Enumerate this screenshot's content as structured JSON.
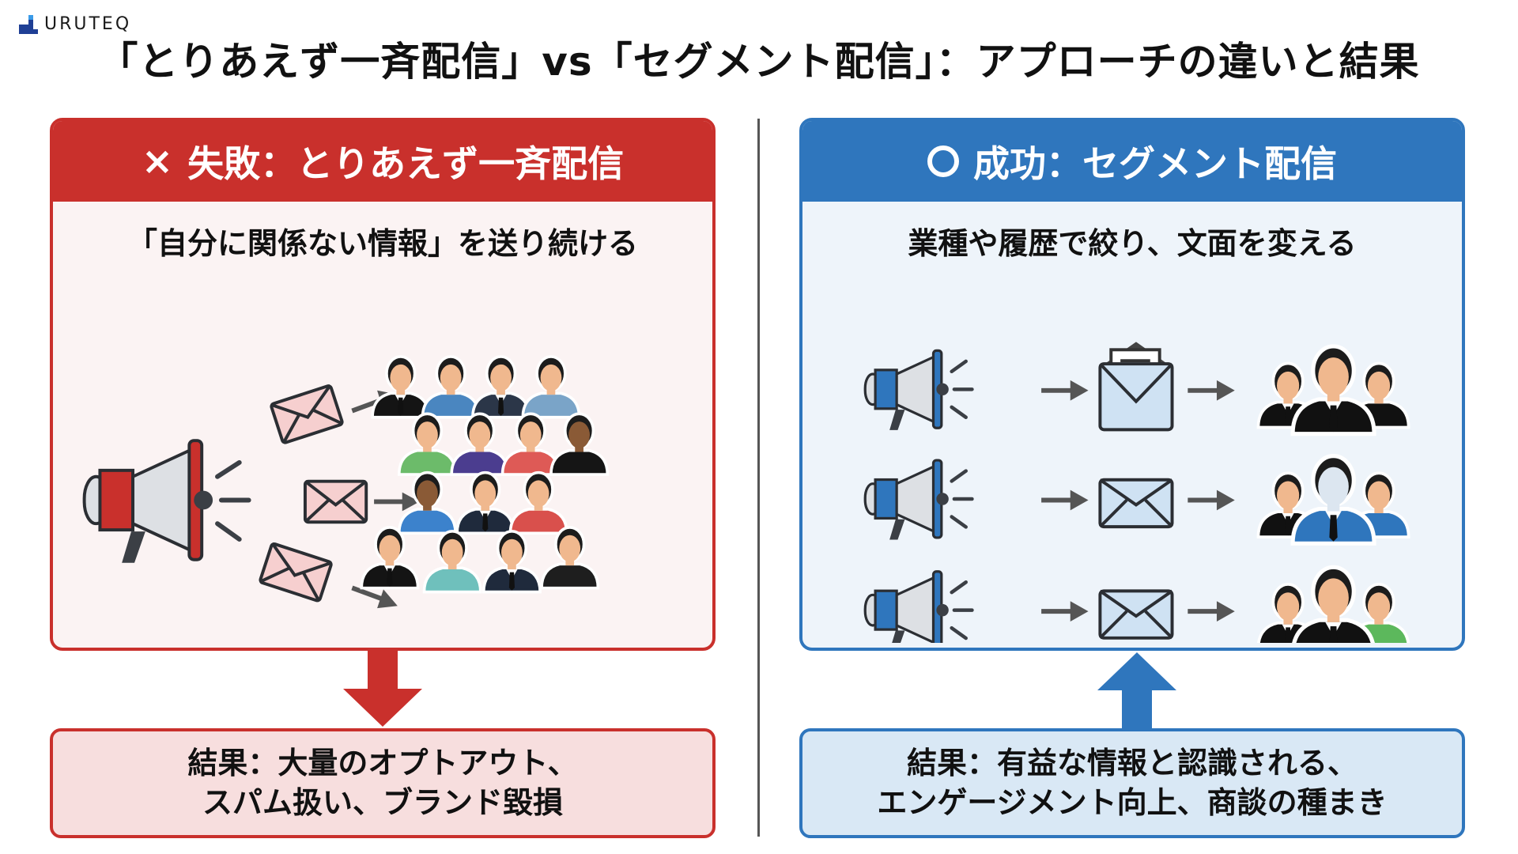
{
  "brand": {
    "name": "URUTEQ"
  },
  "title": "「とりあえず一斉配信」vs「セグメント配信」：アプローチの違いと結果",
  "colors": {
    "fail": "#c9302c",
    "success": "#2f76bd",
    "fail_bg": "#fbf3f3",
    "success_bg": "#eef4fa"
  },
  "fail": {
    "mark": "×",
    "heading": "失敗：とりあえず一斉配信",
    "subtitle": "「自分に関係ない情報」を送り続ける",
    "icons": [
      "megaphone-icon",
      "envelope-icon",
      "crowd-icon"
    ],
    "result_lines": [
      "結果：大量のオプトアウト、",
      "スパム扱い、ブランド毀損"
    ]
  },
  "success": {
    "heading": "成功：セグメント配信",
    "subtitle": "業種や履歴で絞り、文面を変える",
    "icons": [
      "megaphone-icon",
      "envelope-icon",
      "group-icon"
    ],
    "result_lines": [
      "結果：有益な情報と認識される、",
      "エンゲージメント向上、商談の種まき"
    ]
  }
}
